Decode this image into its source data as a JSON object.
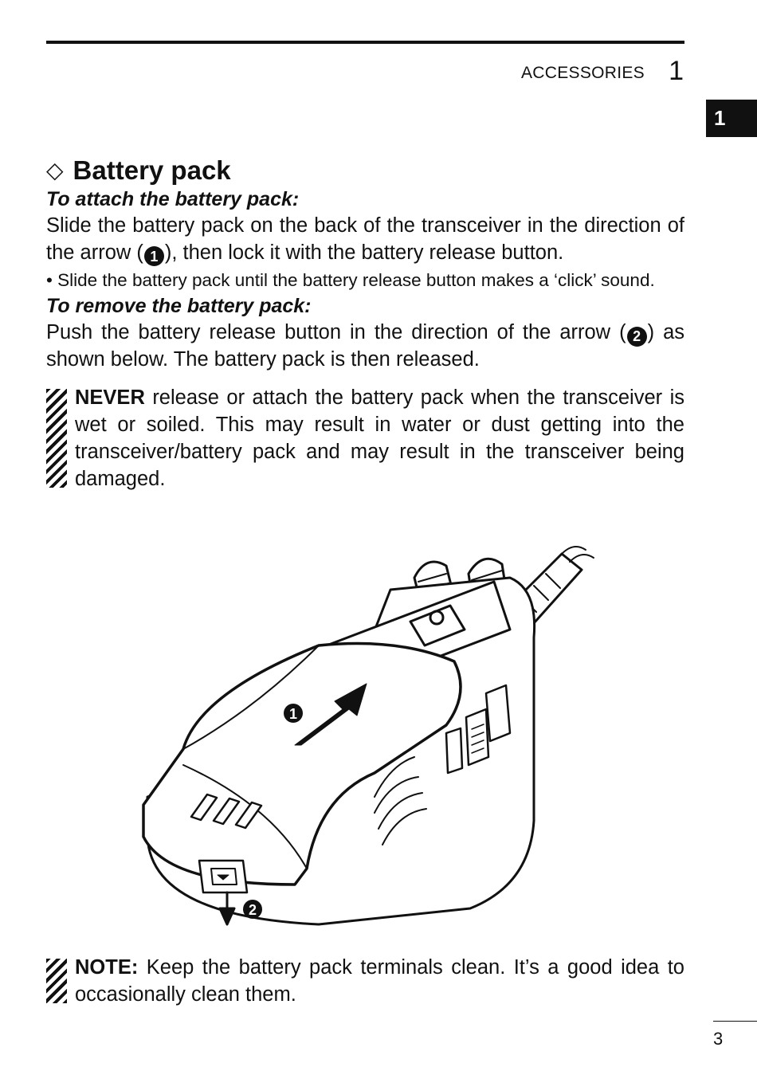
{
  "header": {
    "section": "ACCESSORIES",
    "chapter_number": "1",
    "chapter_tab": "1"
  },
  "section": {
    "title_symbol": "◇",
    "title": "Battery pack",
    "attach_heading": "To attach the battery pack:",
    "attach_text_1": "Slide the battery pack on the back of the transceiver in the direction of the arrow (",
    "attach_marker": "1",
    "attach_text_2": "), then lock it with the battery release button.",
    "attach_bullet": "• Slide the battery pack until the battery release button makes a ‘click’ sound.",
    "remove_heading": "To remove the battery pack:",
    "remove_text_1": "Push the battery release button in the direction of the arrow (",
    "remove_marker": "2",
    "remove_text_2": ") as shown below. The battery pack is then released."
  },
  "warning": {
    "bold": "NEVER",
    "text": " release or attach the battery pack when the transceiver is wet or soiled. This may result in water or dust getting into the transceiver/battery pack and may result in the transceiver being damaged."
  },
  "figure": {
    "marker_1": "1",
    "marker_2": "2"
  },
  "note": {
    "bold": "NOTE:",
    "text": " Keep the battery pack terminals clean. It’s a good idea to occasionally clean them."
  },
  "footer": {
    "page_number": "3"
  }
}
